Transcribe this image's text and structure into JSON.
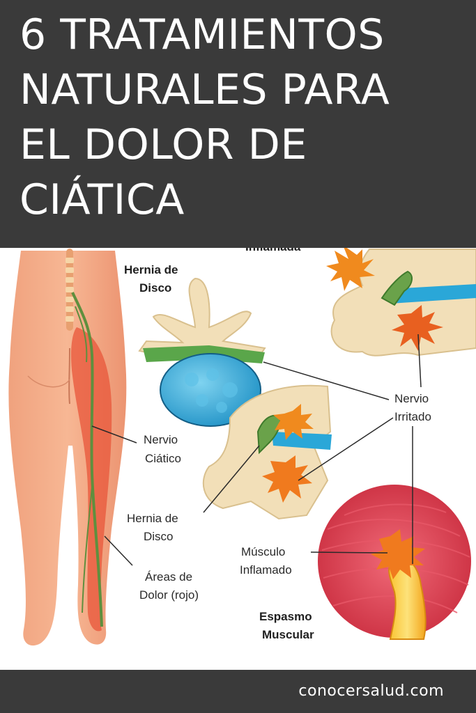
{
  "title": {
    "lines": [
      "6 TRATAMIENTOS",
      "NATURALES PARA",
      "EL DOLOR DE",
      "CIÁTICA"
    ]
  },
  "diagram": {
    "labels": {
      "inflamed_partial": "Inflamada",
      "hernia_top": [
        "Hernia de",
        "Disco"
      ],
      "nerve_irritated": [
        "Nervio",
        "Irritado"
      ],
      "sciatic_nerve": [
        "Nervio",
        "Ciático"
      ],
      "hernia_bottom": [
        "Hernia de",
        "Disco"
      ],
      "pain_areas": [
        "Áreas de",
        "Dolor (rojo)"
      ],
      "inflamed_muscle": [
        "Músculo",
        "Inflamado"
      ],
      "spasm": [
        "Espasmo",
        "Muscular"
      ]
    },
    "colors": {
      "skin": "#f1a07a",
      "pain": "#e8553a",
      "nerve": "#6a9a4a",
      "disc": "#29a6d8",
      "bone": "#f2dfb8",
      "muscle": "#d83848",
      "burst": "#f07a1e"
    }
  },
  "footer": {
    "site": "conocersalud.com"
  }
}
